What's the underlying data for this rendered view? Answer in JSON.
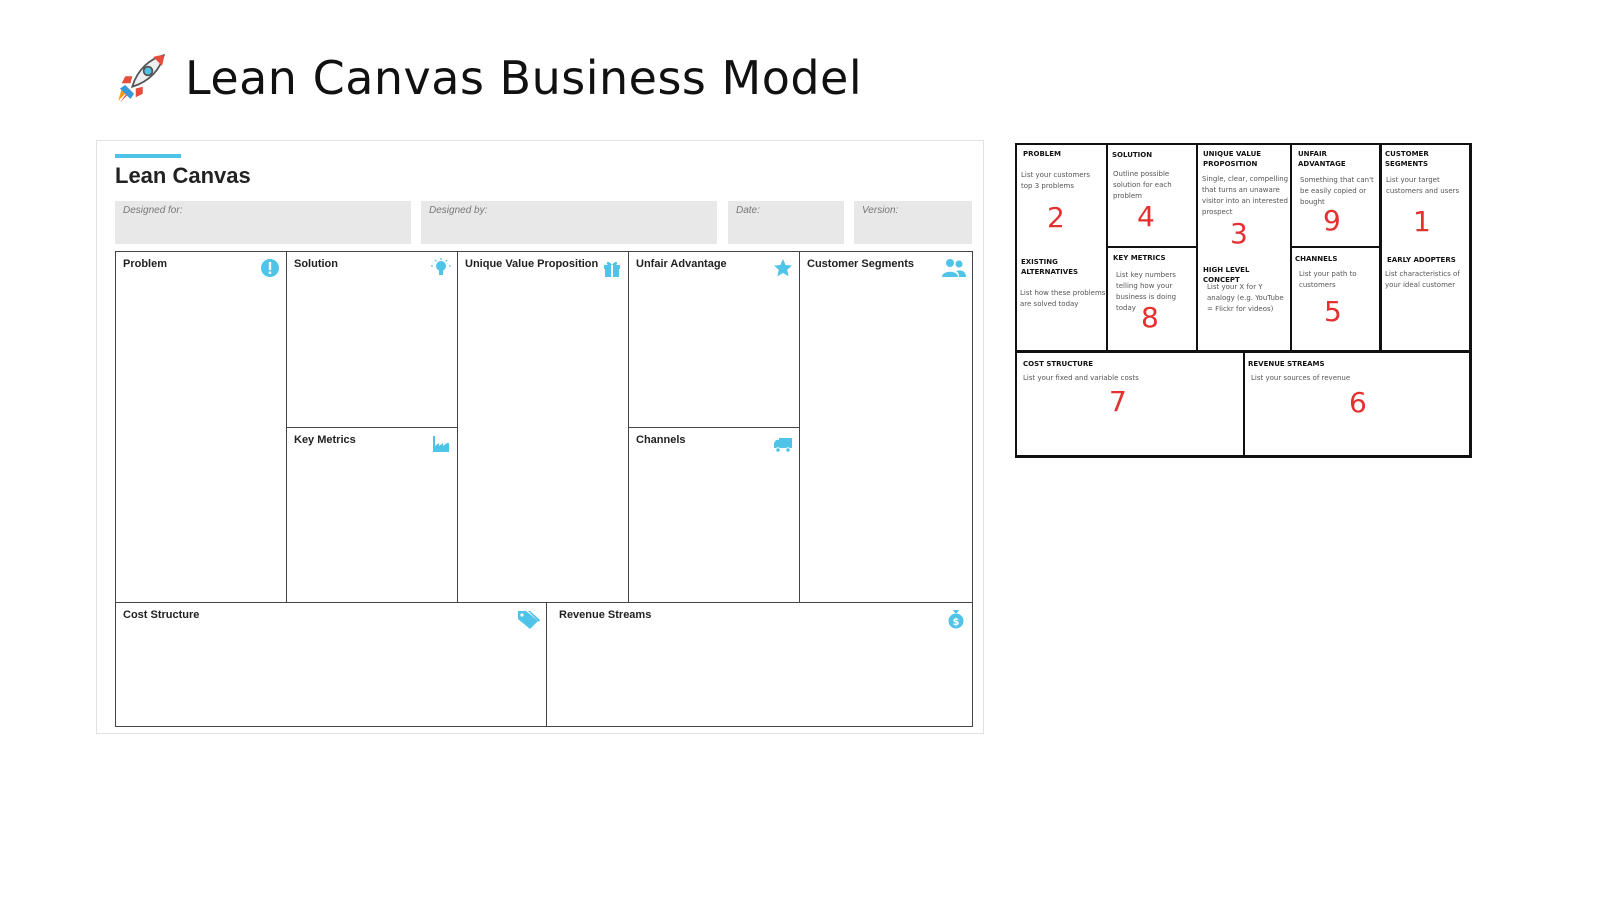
{
  "page": {
    "title": "Lean Canvas Business Model"
  },
  "canvas": {
    "title": "Lean Canvas",
    "meta": {
      "designed_for": "Designed for:",
      "designed_by": "Designed by:",
      "date": "Date:",
      "version": "Version:"
    },
    "cells": {
      "problem": "Problem",
      "solution": "Solution",
      "uvp": "Unique Value Proposition",
      "unfair": "Unfair Advantage",
      "segments": "Customer Segments",
      "metrics": "Key Metrics",
      "channels": "Channels",
      "cost": "Cost Structure",
      "revenue": "Revenue Streams"
    },
    "accent_color": "#4fc3e8"
  },
  "sketch": {
    "problem": {
      "h": "PROBLEM",
      "t": "List your customers top 3 problems",
      "n": "2"
    },
    "existing": {
      "h": "EXISTING ALTERNATIVES",
      "t": "List how these problems are solved today"
    },
    "solution": {
      "h": "SOLUTION",
      "t": "Outline possible solution for each problem",
      "n": "4"
    },
    "metrics": {
      "h": "KEY METRICS",
      "t": "List key numbers telling how your business is doing today",
      "n": "8"
    },
    "uvp": {
      "h": "UNIQUE VALUE PROPOSITION",
      "t": "Single, clear, compelling that turns an unaware visitor into an interested prospect",
      "n": "3"
    },
    "concept": {
      "h": "HIGH LEVEL CONCEPT",
      "t": "List your X for Y analogy (e.g. YouTube = Flickr for videos)"
    },
    "unfair": {
      "h": "UNFAIR ADVANTAGE",
      "t": "Something that can't be easily copied or bought",
      "n": "9"
    },
    "channels": {
      "h": "CHANNELS",
      "t": "List your path to customers",
      "n": "5"
    },
    "segments": {
      "h": "CUSTOMER SEGMENTS",
      "t": "List your target customers and users",
      "n": "1"
    },
    "adopters": {
      "h": "EARLY ADOPTERS",
      "t": "List characteristics of your ideal customer"
    },
    "cost": {
      "h": "COST STRUCTURE",
      "t": "List your fixed and variable costs",
      "n": "7"
    },
    "revenue": {
      "h": "REVENUE STREAMS",
      "t": "List your sources of revenue",
      "n": "6"
    },
    "number_color": "#e53030"
  }
}
